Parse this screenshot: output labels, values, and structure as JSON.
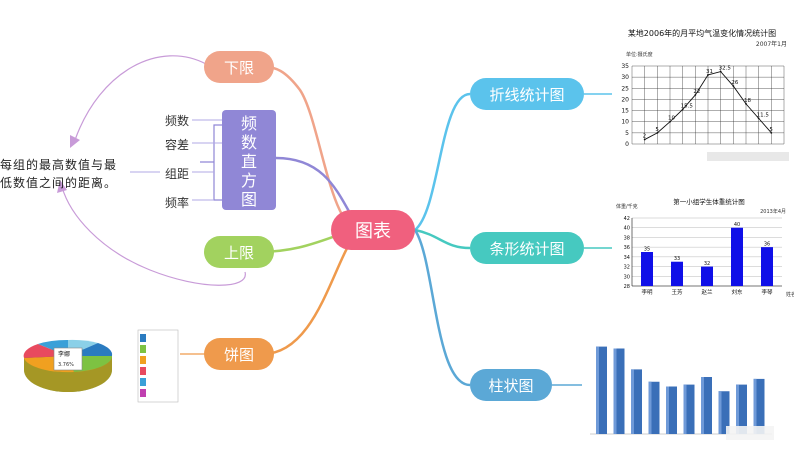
{
  "center": {
    "label": "图表"
  },
  "left_branches": {
    "lower_limit": "下限",
    "histogram": "频数直方图",
    "upper_limit": "上限",
    "pie": "饼图"
  },
  "histogram_terms": [
    "频数",
    "容差",
    "组距",
    "频率"
  ],
  "range_note": {
    "line1": "每组的最高数值与最",
    "line2": "低数值之间的距离。"
  },
  "right_branches": {
    "line_chart": "折线统计图",
    "bar_stat": "条形统计图",
    "column": "柱状图"
  },
  "colors": {
    "center": "#f0607e",
    "lower_limit": "#f0a48a",
    "histogram": "#9087d6",
    "upper_limit": "#a2d25f",
    "pie": "#ef9a4c",
    "line_chart": "#5bc3ec",
    "bar_stat": "#46c9c0",
    "column": "#5ba8d6",
    "arrow": "#c89bd8"
  },
  "thumb_line": {
    "title": "某地2006年的月平均气温变化情况统计图",
    "date": "2007年1月",
    "ylabel": "单位:摄氏度",
    "yticks": [
      "35",
      "30",
      "25",
      "20",
      "15",
      "10",
      "5",
      "0"
    ],
    "data_labels": [
      "2",
      "5",
      "10",
      "15.5",
      "22",
      "31",
      "32.5",
      "26",
      "18",
      "11.5",
      "5"
    ],
    "values": [
      2,
      5,
      10,
      15.5,
      22,
      31,
      32.5,
      26,
      18,
      11.5,
      5
    ]
  },
  "thumb_bar": {
    "title": "第一小组学生体重统计图",
    "date": "2013年4月",
    "ylabel": "体重/千克",
    "xlabel": "姓名",
    "yticks": [
      "42",
      "40",
      "38",
      "36",
      "34",
      "32",
      "30",
      "28"
    ],
    "categories": [
      "李明",
      "王芳",
      "赵兰",
      "刘东",
      "李琴"
    ],
    "values": [
      35,
      33,
      32,
      40,
      36
    ]
  },
  "thumb_column": {
    "values": [
      92,
      90,
      68,
      55,
      50,
      52,
      60,
      45,
      52,
      58
    ]
  },
  "thumb_pie": {
    "callout_line1": "李娜",
    "callout_line2": "3.76%"
  }
}
